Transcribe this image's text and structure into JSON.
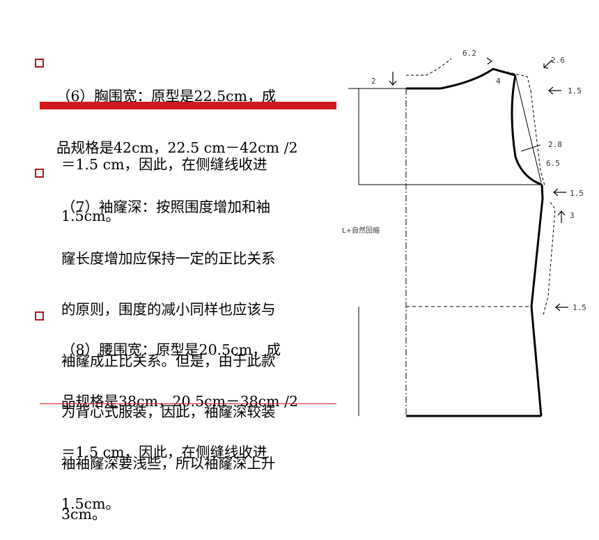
{
  "slide": {
    "items": [
      {
        "lines": [
          "（6）胸围宽：原型是22.5cm，成",
          "品规格是42cm，22.5 cm－42cm /2"
        ],
        "continuation": [
          "＝1.5 cm，因此，在侧缝线收进",
          "1.5cm。"
        ]
      },
      {
        "lines": [
          "（7）袖窿深：按照围度增加和袖",
          "窿长度增加应保持一定的正比关系",
          "的原则，围度的减小同样也应该与",
          "袖窿成正比关系。但是，由于此款",
          "为背心式服装，因此，袖窿深较装",
          "袖袖窿深要浅些，所以袖窿深上升",
          "3cm。"
        ]
      },
      {
        "lines": [
          "（8）腰围宽：原型是20.5cm，成",
          "品规格是38cm，20.5cm－38cm /2",
          "＝1.5 cm，因此，在侧缝线收进",
          "1.5cm。"
        ]
      }
    ]
  },
  "diagram": {
    "labels": {
      "neck_width": "6.2",
      "neck_drop": "2",
      "shoulder_raise": "2.6",
      "shoulder_in": "4",
      "shoulder_side": "1.5",
      "armhole_a": "2.8",
      "armhole_b": "6.5",
      "chest_side": "1.5",
      "armhole_up": "3",
      "waist_side": "1.5",
      "length": "L+自然回缩"
    },
    "colors": {
      "accent": "#d0181f",
      "line": "#000000"
    }
  }
}
